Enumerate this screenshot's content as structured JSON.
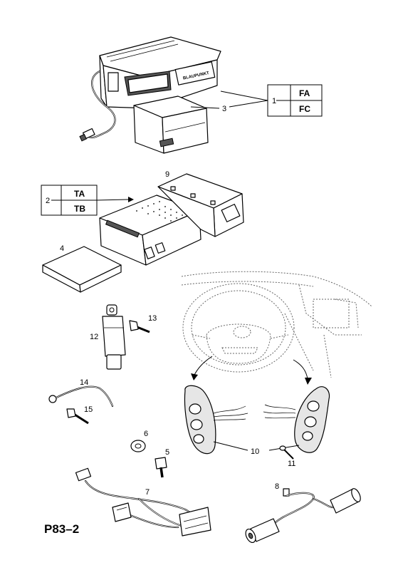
{
  "diagram": {
    "page_code": "P83–2",
    "brand_text": "BLAUPUNKT",
    "callouts": {
      "c1": "1",
      "c2": "2",
      "c3": "3",
      "c4": "4",
      "c5": "5",
      "c6": "6",
      "c7": "7",
      "c8": "8",
      "c9": "9",
      "c10": "10",
      "c11": "11",
      "c12": "12",
      "c13": "13",
      "c14": "14",
      "c15": "15"
    },
    "codes": {
      "fa": "FA",
      "fc": "FC",
      "ta": "TA",
      "tb": "TB"
    }
  }
}
